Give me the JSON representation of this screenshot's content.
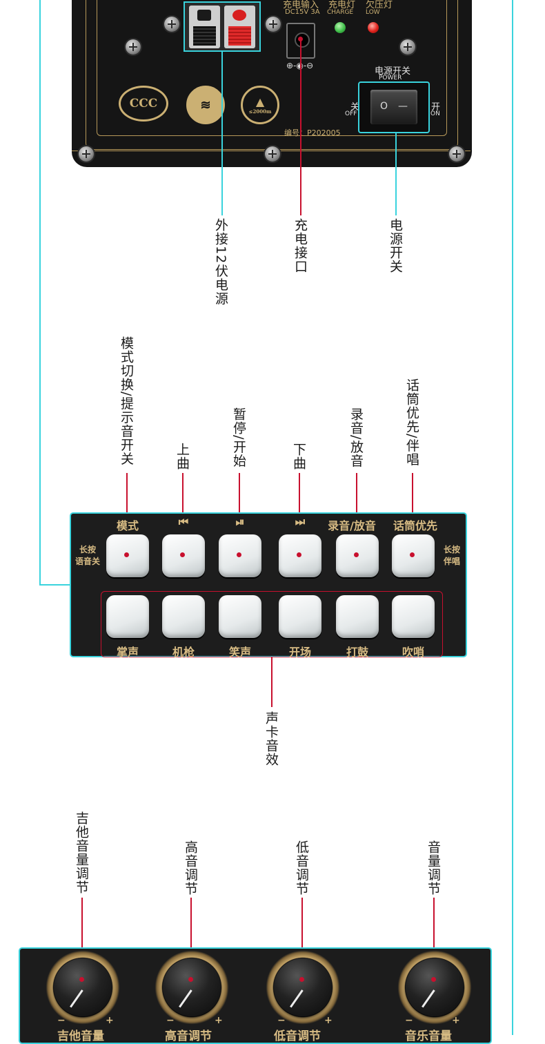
{
  "top_panel": {
    "labels": {
      "charge_input": "充电输入",
      "charge_input_spec": "DC15V 3A",
      "charge_light": "充电灯",
      "charge_light_en": "CHARGE",
      "low_light": "欠压灯",
      "low_light_en": "LOW",
      "power_switch": "电源开关",
      "power_switch_en": "POWER",
      "off_cn": "关",
      "off_en": "OFF",
      "on_cn": "开",
      "on_en": "ON",
      "switch_o": "O",
      "switch_i": "—",
      "serial": "编号：P202005",
      "polarity": "⊕-◉-⊖",
      "cert_ccc": "CCC",
      "cert_altitude": "≤2000m"
    },
    "callouts": {
      "external_12v": "外接12伏电源",
      "charge_port": "充电接口",
      "power_switch": "电源开关"
    },
    "colors": {
      "charge_led": "#3fbf4a",
      "low_led": "#e0221c"
    }
  },
  "button_panel": {
    "callouts": [
      "模式切换/提示音开关",
      "上曲",
      "暂停/开始",
      "下曲",
      "录音/放音",
      "话筒优先/伴唱"
    ],
    "top_labels": [
      "模式",
      "⏮",
      "⏯",
      "⏭",
      "录音/放音",
      "话筒优先"
    ],
    "bottom_labels": [
      "掌声",
      "机枪",
      "笑声",
      "开场",
      "打鼓",
      "吹哨"
    ],
    "left_side": [
      "长按",
      "语音关"
    ],
    "right_side": [
      "长按",
      "伴唱"
    ],
    "effects_callout": "声卡音效"
  },
  "knob_panel": {
    "callouts": [
      "吉他音量调节",
      "高音调节",
      "低音调节",
      "音量调节"
    ],
    "labels": [
      "吉他音量",
      "高音调节",
      "低音调节",
      "音乐音量"
    ],
    "minus": "−",
    "plus": "+"
  }
}
